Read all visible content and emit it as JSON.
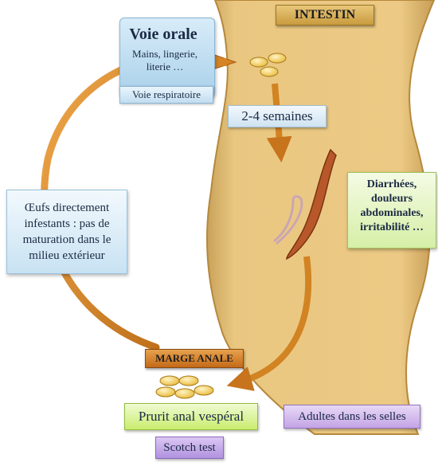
{
  "intestin_label": "INTESTIN",
  "voie_orale": {
    "title": "Voie orale",
    "sub_line1": "Mains, lingerie,",
    "sub_line2": "literie …"
  },
  "voie_respiratoire": "Voie respiratoire",
  "incubation": "2-4 semaines",
  "symptoms": {
    "line1": "Diarrhées,",
    "line2": "douleurs",
    "line3": "abdominales,",
    "line4": "irritabilité …"
  },
  "oeufs": {
    "line1": "Œufs directement",
    "line2": "infestants : pas de",
    "line3": "maturation dans le",
    "line4": "milieu extérieur"
  },
  "marge_anale": "MARGE ANALE",
  "prurit": "Prurit anal vespéral",
  "adultes": "Adultes dans les selles",
  "scotch_test": "Scotch test",
  "colors": {
    "intestine": "#e9c781",
    "arrow": "#d98a2a",
    "egg": "#f2cf5a",
    "worm": "#b45a2c"
  }
}
